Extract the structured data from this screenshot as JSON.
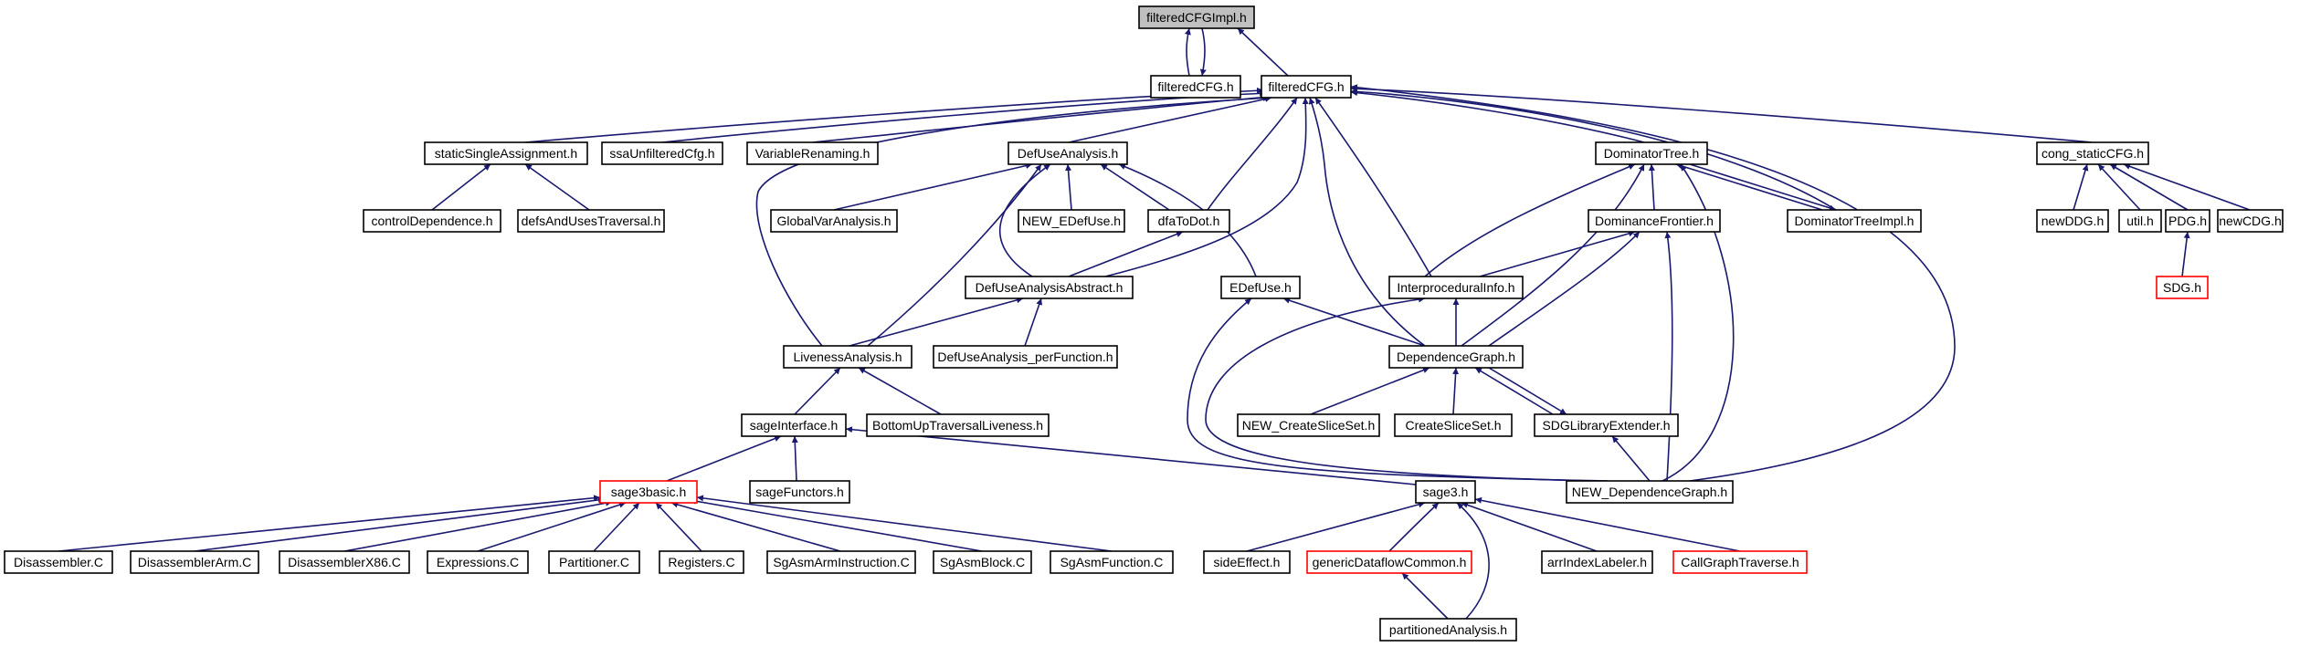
{
  "graph": {
    "root": "filteredCFGImpl.h",
    "colors": {
      "edge": "#191970",
      "root_fill": "#bfbfbf",
      "node_fill": "#ffffff",
      "node_border": "#000000",
      "truncated_border": "#ff0000"
    },
    "nodes": [
      {
        "id": "filteredCFGImpl_h",
        "label": "filteredCFGImpl.h",
        "kind": "root"
      },
      {
        "id": "filteredCFG_h_left",
        "label": "filteredCFG.h",
        "kind": "normal"
      },
      {
        "id": "filteredCFG_h",
        "label": "filteredCFG.h",
        "kind": "normal"
      },
      {
        "id": "staticSingleAssignment_h",
        "label": "staticSingleAssignment.h",
        "kind": "normal"
      },
      {
        "id": "ssaUnfilteredCfg_h",
        "label": "ssaUnfilteredCfg.h",
        "kind": "normal"
      },
      {
        "id": "VariableRenaming_h",
        "label": "VariableRenaming.h",
        "kind": "normal"
      },
      {
        "id": "DefUseAnalysis_h",
        "label": "DefUseAnalysis.h",
        "kind": "normal"
      },
      {
        "id": "DominatorTree_h",
        "label": "DominatorTree.h",
        "kind": "normal"
      },
      {
        "id": "cong_staticCFG_h",
        "label": "cong_staticCFG.h",
        "kind": "normal"
      },
      {
        "id": "controlDependence_h",
        "label": "controlDependence.h",
        "kind": "normal"
      },
      {
        "id": "defsAndUsesTraversal_h",
        "label": "defsAndUsesTraversal.h",
        "kind": "normal"
      },
      {
        "id": "GlobalVarAnalysis_h",
        "label": "GlobalVarAnalysis.h",
        "kind": "normal"
      },
      {
        "id": "NEW_EDefUse_h",
        "label": "NEW_EDefUse.h",
        "kind": "normal"
      },
      {
        "id": "dfaToDot_h",
        "label": "dfaToDot.h",
        "kind": "normal"
      },
      {
        "id": "DominanceFrontier_h",
        "label": "DominanceFrontier.h",
        "kind": "normal"
      },
      {
        "id": "DominatorTreeImpl_h",
        "label": "DominatorTreeImpl.h",
        "kind": "normal"
      },
      {
        "id": "newDDG_h",
        "label": "newDDG.h",
        "kind": "normal"
      },
      {
        "id": "util_h",
        "label": "util.h",
        "kind": "normal"
      },
      {
        "id": "PDG_h",
        "label": "PDG.h",
        "kind": "normal"
      },
      {
        "id": "newCDG_h",
        "label": "newCDG.h",
        "kind": "normal"
      },
      {
        "id": "DefUseAnalysisAbstract_h",
        "label": "DefUseAnalysisAbstract.h",
        "kind": "normal"
      },
      {
        "id": "EDefUse_h",
        "label": "EDefUse.h",
        "kind": "normal"
      },
      {
        "id": "InterproceduralInfo_h",
        "label": "InterproceduralInfo.h",
        "kind": "normal"
      },
      {
        "id": "SDG_h",
        "label": "SDG.h",
        "kind": "truncated"
      },
      {
        "id": "LivenessAnalysis_h",
        "label": "LivenessAnalysis.h",
        "kind": "normal"
      },
      {
        "id": "DefUseAnalysis_perFunction_h",
        "label": "DefUseAnalysis_perFunction.h",
        "kind": "normal"
      },
      {
        "id": "DependenceGraph_h",
        "label": "DependenceGraph.h",
        "kind": "normal"
      },
      {
        "id": "sageInterface_h",
        "label": "sageInterface.h",
        "kind": "normal"
      },
      {
        "id": "BottomUpTraversalLiveness_h",
        "label": "BottomUpTraversalLiveness.h",
        "kind": "normal"
      },
      {
        "id": "NEW_CreateSliceSet_h",
        "label": "NEW_CreateSliceSet.h",
        "kind": "normal"
      },
      {
        "id": "CreateSliceSet_h",
        "label": "CreateSliceSet.h",
        "kind": "normal"
      },
      {
        "id": "SDGLibraryExtender_h",
        "label": "SDGLibraryExtender.h",
        "kind": "normal"
      },
      {
        "id": "sage3basic_h",
        "label": "sage3basic.h",
        "kind": "truncated"
      },
      {
        "id": "sageFunctors_h",
        "label": "sageFunctors.h",
        "kind": "normal"
      },
      {
        "id": "sage3_h",
        "label": "sage3.h",
        "kind": "normal"
      },
      {
        "id": "NEW_DependenceGraph_h",
        "label": "NEW_DependenceGraph.h",
        "kind": "normal"
      },
      {
        "id": "Disassembler_C",
        "label": "Disassembler.C",
        "kind": "normal"
      },
      {
        "id": "DisassemblerArm_C",
        "label": "DisassemblerArm.C",
        "kind": "normal"
      },
      {
        "id": "DisassemblerX86_C",
        "label": "DisassemblerX86.C",
        "kind": "normal"
      },
      {
        "id": "Expressions_C",
        "label": "Expressions.C",
        "kind": "normal"
      },
      {
        "id": "Partitioner_C",
        "label": "Partitioner.C",
        "kind": "normal"
      },
      {
        "id": "Registers_C",
        "label": "Registers.C",
        "kind": "normal"
      },
      {
        "id": "SgAsmArmInstruction_C",
        "label": "SgAsmArmInstruction.C",
        "kind": "normal"
      },
      {
        "id": "SgAsmBlock_C",
        "label": "SgAsmBlock.C",
        "kind": "normal"
      },
      {
        "id": "SgAsmFunction_C",
        "label": "SgAsmFunction.C",
        "kind": "normal"
      },
      {
        "id": "sideEffect_h",
        "label": "sideEffect.h",
        "kind": "normal"
      },
      {
        "id": "genericDataflowCommon_h",
        "label": "genericDataflowCommon.h",
        "kind": "truncated"
      },
      {
        "id": "arrIndexLabeler_h",
        "label": "arrIndexLabeler.h",
        "kind": "normal"
      },
      {
        "id": "CallGraphTraverse_h",
        "label": "CallGraphTraverse.h",
        "kind": "truncated"
      },
      {
        "id": "partitionedAnalysis_h",
        "label": "partitionedAnalysis.h",
        "kind": "normal"
      }
    ],
    "edges": [
      {
        "from": "filteredCFG_h_left",
        "to": "filteredCFGImpl_h"
      },
      {
        "from": "filteredCFGImpl_h",
        "to": "filteredCFG_h_left"
      },
      {
        "from": "filteredCFG_h",
        "to": "filteredCFGImpl_h"
      },
      {
        "from": "staticSingleAssignment_h",
        "to": "filteredCFG_h"
      },
      {
        "from": "ssaUnfilteredCfg_h",
        "to": "filteredCFG_h"
      },
      {
        "from": "VariableRenaming_h",
        "to": "filteredCFG_h"
      },
      {
        "from": "DefUseAnalysis_h",
        "to": "filteredCFG_h"
      },
      {
        "from": "DominatorTree_h",
        "to": "filteredCFG_h"
      },
      {
        "from": "cong_staticCFG_h",
        "to": "filteredCFG_h"
      },
      {
        "from": "LivenessAnalysis_h",
        "to": "filteredCFG_h"
      },
      {
        "from": "dfaToDot_h",
        "to": "filteredCFG_h"
      },
      {
        "from": "DefUseAnalysisAbstract_h",
        "to": "filteredCFG_h"
      },
      {
        "from": "InterproceduralInfo_h",
        "to": "filteredCFG_h"
      },
      {
        "from": "DependenceGraph_h",
        "to": "filteredCFG_h"
      },
      {
        "from": "DominatorTreeImpl_h",
        "to": "filteredCFG_h"
      },
      {
        "from": "NEW_DependenceGraph_h",
        "to": "filteredCFG_h"
      },
      {
        "from": "controlDependence_h",
        "to": "staticSingleAssignment_h"
      },
      {
        "from": "defsAndUsesTraversal_h",
        "to": "staticSingleAssignment_h"
      },
      {
        "from": "GlobalVarAnalysis_h",
        "to": "DefUseAnalysis_h"
      },
      {
        "from": "NEW_EDefUse_h",
        "to": "DefUseAnalysis_h"
      },
      {
        "from": "dfaToDot_h",
        "to": "DefUseAnalysis_h"
      },
      {
        "from": "DefUseAnalysisAbstract_h",
        "to": "DefUseAnalysis_h"
      },
      {
        "from": "LivenessAnalysis_h",
        "to": "DefUseAnalysis_h"
      },
      {
        "from": "EDefUse_h",
        "to": "DefUseAnalysis_h"
      },
      {
        "from": "DefUseAnalysisAbstract_h",
        "to": "dfaToDot_h"
      },
      {
        "from": "DominanceFrontier_h",
        "to": "DominatorTree_h"
      },
      {
        "from": "DominatorTreeImpl_h",
        "to": "DominatorTree_h"
      },
      {
        "from": "DominatorTree_h",
        "to": "DominatorTreeImpl_h"
      },
      {
        "from": "InterproceduralInfo_h",
        "to": "DominatorTree_h"
      },
      {
        "from": "DependenceGraph_h",
        "to": "DominatorTree_h"
      },
      {
        "from": "NEW_DependenceGraph_h",
        "to": "DominatorTree_h"
      },
      {
        "from": "newDDG_h",
        "to": "cong_staticCFG_h"
      },
      {
        "from": "util_h",
        "to": "cong_staticCFG_h"
      },
      {
        "from": "PDG_h",
        "to": "cong_staticCFG_h"
      },
      {
        "from": "newCDG_h",
        "to": "cong_staticCFG_h"
      },
      {
        "from": "SDG_h",
        "to": "PDG_h"
      },
      {
        "from": "InterproceduralInfo_h",
        "to": "DominanceFrontier_h"
      },
      {
        "from": "DependenceGraph_h",
        "to": "DominanceFrontier_h"
      },
      {
        "from": "NEW_DependenceGraph_h",
        "to": "DominanceFrontier_h"
      },
      {
        "from": "LivenessAnalysis_h",
        "to": "DefUseAnalysisAbstract_h"
      },
      {
        "from": "DefUseAnalysis_perFunction_h",
        "to": "DefUseAnalysisAbstract_h"
      },
      {
        "from": "DependenceGraph_h",
        "to": "EDefUse_h"
      },
      {
        "from": "NEW_DependenceGraph_h",
        "to": "EDefUse_h"
      },
      {
        "from": "DependenceGraph_h",
        "to": "InterproceduralInfo_h"
      },
      {
        "from": "NEW_DependenceGraph_h",
        "to": "InterproceduralInfo_h"
      },
      {
        "from": "sageInterface_h",
        "to": "LivenessAnalysis_h"
      },
      {
        "from": "BottomUpTraversalLiveness_h",
        "to": "LivenessAnalysis_h"
      },
      {
        "from": "NEW_CreateSliceSet_h",
        "to": "DependenceGraph_h"
      },
      {
        "from": "CreateSliceSet_h",
        "to": "DependenceGraph_h"
      },
      {
        "from": "SDGLibraryExtender_h",
        "to": "DependenceGraph_h"
      },
      {
        "from": "DependenceGraph_h",
        "to": "SDGLibraryExtender_h"
      },
      {
        "from": "sage3basic_h",
        "to": "sageInterface_h"
      },
      {
        "from": "sageFunctors_h",
        "to": "sageInterface_h"
      },
      {
        "from": "sage3_h",
        "to": "sageInterface_h"
      },
      {
        "from": "NEW_DependenceGraph_h",
        "to": "SDGLibraryExtender_h"
      },
      {
        "from": "Disassembler_C",
        "to": "sage3basic_h"
      },
      {
        "from": "DisassemblerArm_C",
        "to": "sage3basic_h"
      },
      {
        "from": "DisassemblerX86_C",
        "to": "sage3basic_h"
      },
      {
        "from": "Expressions_C",
        "to": "sage3basic_h"
      },
      {
        "from": "Partitioner_C",
        "to": "sage3basic_h"
      },
      {
        "from": "Registers_C",
        "to": "sage3basic_h"
      },
      {
        "from": "SgAsmArmInstruction_C",
        "to": "sage3basic_h"
      },
      {
        "from": "SgAsmBlock_C",
        "to": "sage3basic_h"
      },
      {
        "from": "SgAsmFunction_C",
        "to": "sage3basic_h"
      },
      {
        "from": "sideEffect_h",
        "to": "sage3_h"
      },
      {
        "from": "genericDataflowCommon_h",
        "to": "sage3_h"
      },
      {
        "from": "arrIndexLabeler_h",
        "to": "sage3_h"
      },
      {
        "from": "CallGraphTraverse_h",
        "to": "sage3_h"
      },
      {
        "from": "partitionedAnalysis_h",
        "to": "sage3_h"
      },
      {
        "from": "partitionedAnalysis_h",
        "to": "genericDataflowCommon_h"
      }
    ]
  }
}
